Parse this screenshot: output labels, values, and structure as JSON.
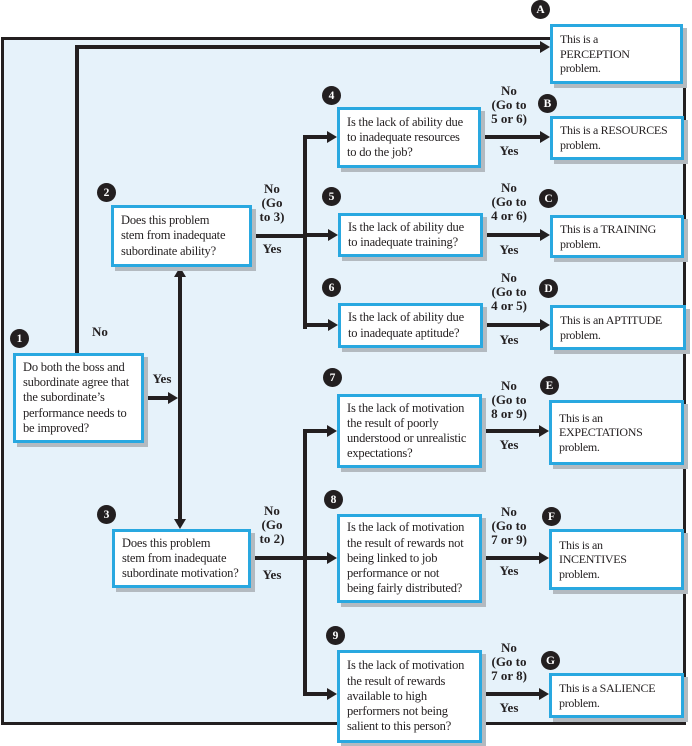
{
  "palette": {
    "panel_bg": "#e6f2fa",
    "panel_border": "#231f20",
    "box_border": "#29a8e0",
    "box_fill": "#ffffff",
    "box_shadow": "#b3bac0",
    "line": "#231f20",
    "badge_bg": "#231f20",
    "badge_text": "#ffffff"
  },
  "nodes": {
    "d1": {
      "id": "1",
      "text": "Do both the boss and\nsubordinate agree that\nthe subordinate’s\nperformance needs to\nbe improved?",
      "no": "No",
      "yes": "Yes"
    },
    "d2": {
      "id": "2",
      "text": "Does this problem\nstem from inadequate\nsubordinate ability?",
      "no": "No\n(Go\nto 3)",
      "yes": "Yes"
    },
    "d3": {
      "id": "3",
      "text": "Does this problem\nstem from inadequate\nsubordinate motivation?",
      "no": "No\n(Go\nto 2)",
      "yes": "Yes"
    },
    "d4": {
      "id": "4",
      "text": "Is the lack of ability due\nto inadequate resources\nto do the job?",
      "no": "No\n(Go to\n5 or 6)",
      "yes": "Yes"
    },
    "d5": {
      "id": "5",
      "text": "Is the lack of ability due\nto inadequate training?",
      "no": "No\n(Go to\n4 or 6)",
      "yes": "Yes"
    },
    "d6": {
      "id": "6",
      "text": "Is the lack of ability due\nto inadequate aptitude?",
      "no": "No\n(Go to\n4 or 5)",
      "yes": "Yes"
    },
    "d7": {
      "id": "7",
      "text": "Is the lack of motivation\nthe result of poorly\nunderstood or unrealistic\nexpectations?",
      "no": "No\n(Go to\n8 or 9)",
      "yes": "Yes"
    },
    "d8": {
      "id": "8",
      "text": "Is the lack of motivation\nthe result of rewards not\nbeing linked to job\nperformance or not\nbeing fairly distributed?",
      "no": "No\n(Go to\n7 or 9)",
      "yes": "Yes"
    },
    "d9": {
      "id": "9",
      "text": "Is the lack of motivation\nthe result of rewards\navailable to high\nperformers not being\nsalient to this person?",
      "no": "No\n(Go to\n7 or 8)",
      "yes": "Yes"
    }
  },
  "results": {
    "a": {
      "id": "A",
      "text": "This is a\nPERCEPTION\nproblem."
    },
    "b": {
      "id": "B",
      "text": "This is a RESOURCES\nproblem."
    },
    "c": {
      "id": "C",
      "text": "This is a TRAINING\nproblem."
    },
    "d": {
      "id": "D",
      "text": "This is an APTITUDE\nproblem."
    },
    "e": {
      "id": "E",
      "text": "This is an\nEXPECTATIONS\nproblem."
    },
    "f": {
      "id": "F",
      "text": "This is an\nINCENTIVES\nproblem."
    },
    "g": {
      "id": "G",
      "text": "This is a SALIENCE\nproblem."
    }
  }
}
